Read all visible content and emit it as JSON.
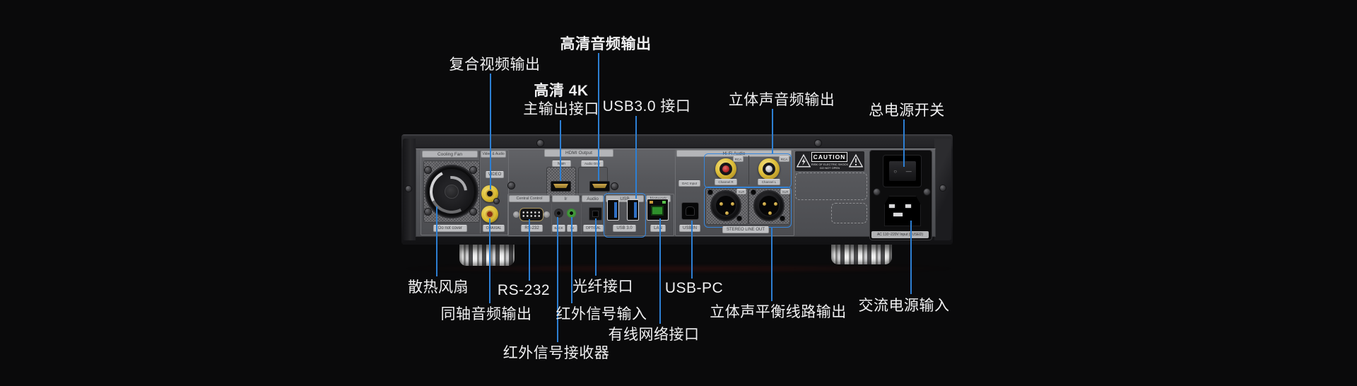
{
  "colors": {
    "background": "#0a0a0b",
    "callout_line": "#2d7fd3",
    "highlight_box": "#3787dc",
    "label_text": "#f0f0f1",
    "panel_gray": "#55565a",
    "chassis_dark": "#1a1a1d",
    "rca_yellow": "#e0c13c",
    "rca_red_center": "#b5292b",
    "rca_white_center": "#c6c6ca",
    "coaxial_orange": "#8c3212",
    "ir_in_green": "#44a23c",
    "usb3_blue": "#2f6fc4",
    "led_amber": "#c89a3a",
    "led_green": "#57c04a",
    "hdmi_gold": "#c3a24a"
  },
  "callouts": {
    "top": [
      {
        "label": "复合视频输出"
      },
      {
        "label": "高清音频输出"
      },
      {
        "line1": "高清 4K",
        "line2": "主输出接口"
      },
      {
        "label": "USB3.0 接口"
      },
      {
        "label": "立体声音频输出"
      },
      {
        "label": "总电源开关"
      }
    ],
    "bottom": [
      {
        "label": "散热风扇"
      },
      {
        "label": "同轴音频输出"
      },
      {
        "label": "RS-232"
      },
      {
        "label": "红外信号接收器"
      },
      {
        "label": "红外信号输入"
      },
      {
        "label": "光纤接口"
      },
      {
        "label": "有线网络接口"
      },
      {
        "label": "USB-PC"
      },
      {
        "label": "立体声平衡线路输出"
      },
      {
        "label": "交流电源输入"
      }
    ]
  },
  "device": {
    "sections": {
      "cooling_fan": "Cooling Fan",
      "video_audio": "Video & Audio",
      "hdmi_output": "HDMI Output",
      "central_control": "Central Control",
      "ir": "Ir",
      "audio": "Audio",
      "usb": "USB",
      "network": "Network",
      "hifi_audio": "Hi-Fi Audio"
    },
    "ports": {
      "do_not_cover": "Do not cover",
      "video": "VIDEO",
      "coaxial": "COAXIAL",
      "hdmi_main": "Main",
      "hdmi_audio_only": "Audio Only",
      "rs232": "RS-232",
      "ir_back": "BACK",
      "ir_in": "IN",
      "optical": "OPTICAL",
      "usb30": "USB 3.0",
      "lan": "LAN",
      "dac_input": "DAC Input",
      "usb_in": "USB IN",
      "rca": "RCA",
      "channel_r": "Channel R",
      "channel_l": "Channel L",
      "xlr": "XLR",
      "stereo_line_out": "STEREO LINE OUT"
    },
    "caution": {
      "title": "CAUTION",
      "line1": "RISK OF ELECTRIC SHOCK",
      "line2": "DO NOT OPEN"
    },
    "power": {
      "ac_label": "AC 110~220V Input (FUSED)",
      "switch_off": "○",
      "switch_on": "—"
    }
  }
}
